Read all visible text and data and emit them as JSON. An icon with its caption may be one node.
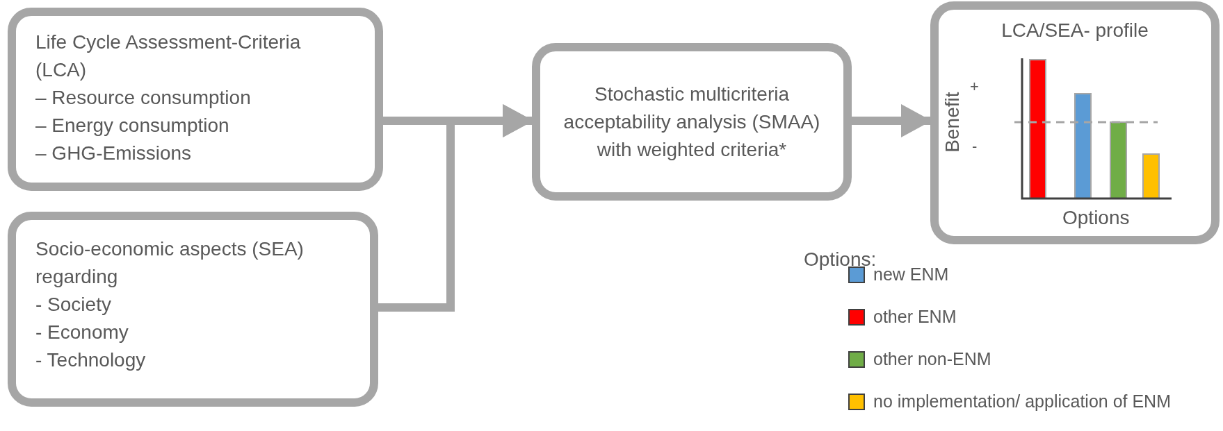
{
  "diagram": {
    "nodes": [
      {
        "text": [
          "Life Cycle Assessment-Criteria (LCA)",
          "– Resource consumption",
          "– Energy consumption",
          "– GHG-Emissions"
        ]
      },
      {
        "text": [
          "Socio-economic aspects (SEA) regarding",
          "- Society",
          "- Economy",
          "- Technology"
        ]
      },
      {
        "text": [
          "Stochastic multicriteria acceptability analysis (SMAA)  with weighted criteria*"
        ]
      },
      {
        "text": [
          "LCA/SEA- profile"
        ]
      }
    ],
    "edges": [
      {
        "from": 0,
        "to": 2,
        "arrow": "to"
      },
      {
        "from": 1,
        "to": 2,
        "arrow": "to"
      },
      {
        "from": 2,
        "to": 3,
        "arrow": "to"
      }
    ],
    "labels": [
      "Benefit",
      "+",
      "-",
      "Options",
      "Options:"
    ],
    "legend": [
      {
        "text": "new ENM",
        "color": "#5b9bd5"
      },
      {
        "text": "other ENM",
        "color": "#ff0000"
      },
      {
        "text": "other non-ENM",
        "color": "#70ad47"
      },
      {
        "text": "no implementation/ application of ENM",
        "color": "#ffc000"
      }
    ]
  }
}
